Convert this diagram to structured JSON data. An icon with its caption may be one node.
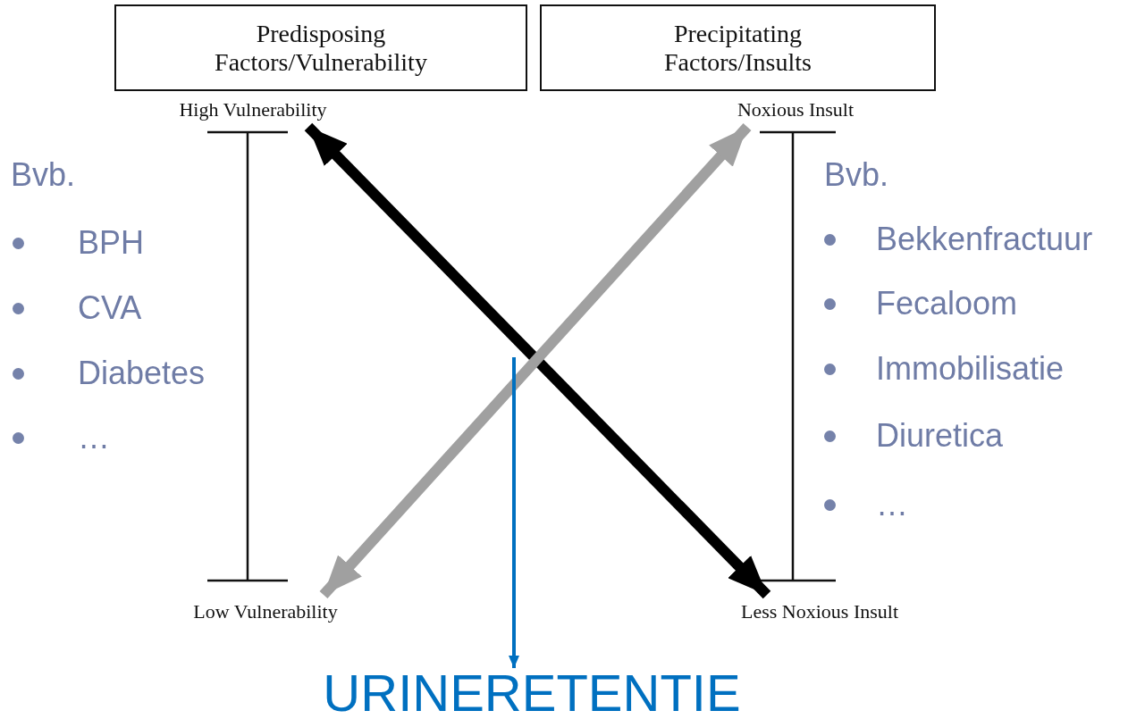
{
  "diagram": {
    "nodes": [
      {
        "text": [
          "Predisposing Factors/Vulnerability"
        ]
      },
      {
        "text": [
          "Precipitating Factors/Insults"
        ]
      },
      {
        "text": [
          "High Vulnerability"
        ]
      },
      {
        "text": [
          "Noxious Insult"
        ]
      },
      {
        "text": [
          "Low Vulnerability"
        ]
      },
      {
        "text": [
          "Less Noxious Insult"
        ]
      },
      {
        "text": [
          "URINERETENTIE"
        ]
      }
    ],
    "edges": [
      {
        "from": 2,
        "to": 5,
        "arrow": "both"
      },
      {
        "from": 4,
        "to": 3,
        "arrow": "both",
        "color": "#a0a0a0"
      },
      {
        "from": null,
        "to": 6,
        "arrow": "to",
        "color": "#0070c0"
      }
    ],
    "labels": [
      "Bvb.",
      "BPH",
      "CVA",
      "Diabetes",
      "…",
      "Bvb.",
      "Bekkenfractuur",
      "Fecaloom",
      "Immobilisatie",
      "Diuretica",
      "…"
    ]
  }
}
